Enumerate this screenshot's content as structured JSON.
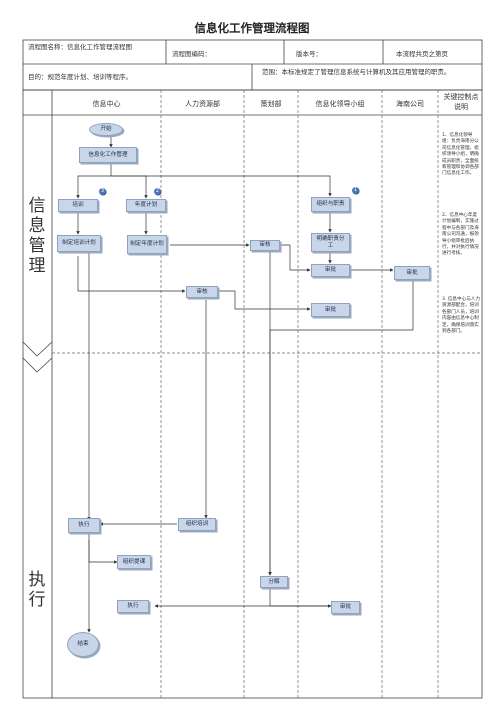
{
  "title": "信息化工作管理流程图",
  "header": {
    "process_name": "流程图名称：信息化工作管理流程图",
    "process_code": "流程图编码：",
    "version": "版本号：",
    "pages": "本流程共页之第页",
    "purpose": "目的：规范年度计划、培训等程序。",
    "scope": "范围：本标准规定了管理信息系统与计算机及其应用管理的职责。"
  },
  "lanes": [
    "信息中心",
    "人力资源部",
    "策划部",
    "信息化领导小组",
    "海南公司"
  ],
  "key_control_header": "关键控制点说明",
  "phases": {
    "plan": "信息管理",
    "exec": "执行"
  },
  "nodes": {
    "start": "开始",
    "it_mgmt": "信息化工作管理",
    "training": "培训",
    "annual_plan": "年度计划",
    "org_duties": "组织与职责",
    "make_training_plan": "制定培训计划",
    "make_annual_plan": "制定年度计划",
    "review_plan": "审核",
    "clarify_roles": "明确职责分工",
    "approve_lead": "审批",
    "approve_hainan": "审批",
    "review_hr": "审核",
    "approve_lead2": "审批",
    "execute1": "执行",
    "organize_training": "组织培训",
    "org_promotion": "组织提课",
    "decompose": "分解",
    "execute2": "执行",
    "approve_final": "审批",
    "end": "结束"
  },
  "badges": {
    "b_training": "3",
    "b_plan": "2",
    "b_org": "1"
  },
  "key_controls": [
    "1、信息化领导组：负责海南分公司信息化管理，组织领导小组，明确成员职责，全面统筹管理和协调各部门信息化工作。",
    "2、信息中心年度计划编制，实施过程中与各部门及海南公司沟通，报领导小组审批后执行，并对执行情况进行考核。",
    "3. 信息中心与人力资源部配合，培训各部门人员，培训内容由信息中心制定，确保培训落实到各部门。"
  ]
}
